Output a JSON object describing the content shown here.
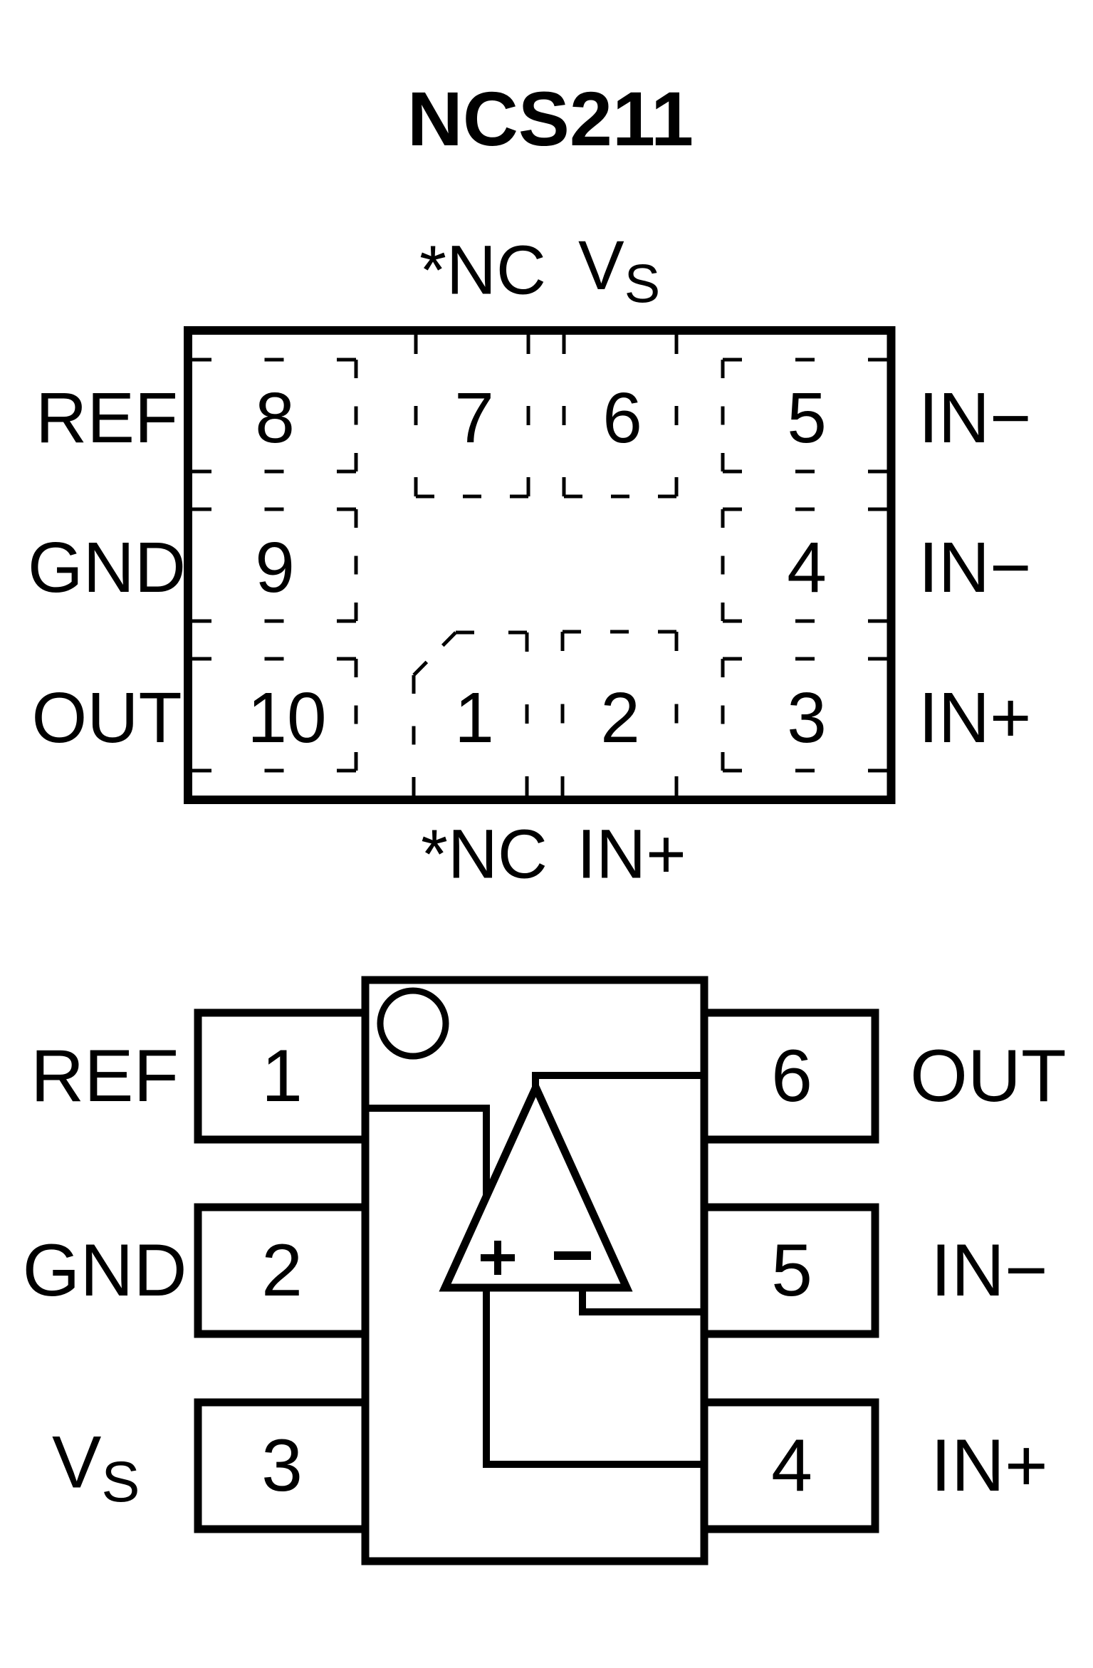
{
  "title": "NCS211",
  "colors": {
    "ink": "#000000",
    "background": "#ffffff"
  },
  "dfn_package": {
    "left_labels": [
      "REF",
      "GND",
      "OUT"
    ],
    "right_labels": [
      "IN−",
      "IN−",
      "IN+"
    ],
    "top_annotations": {
      "nc": "*NC",
      "vs_main": "V",
      "vs_sub": "S"
    },
    "bottom_annotations": {
      "nc": "*NC",
      "in_plus": "IN+"
    },
    "pad_numbers": {
      "left": [
        "8",
        "9",
        "10"
      ],
      "top": [
        "7",
        "6"
      ],
      "right": [
        "5",
        "4",
        "3"
      ],
      "bottom": [
        "1",
        "2"
      ]
    }
  },
  "sot_package": {
    "left_labels": [
      "REF",
      "GND"
    ],
    "vs_label": {
      "main": "V",
      "sub": "S"
    },
    "right_labels": [
      "OUT",
      "IN−",
      "IN+"
    ],
    "left_pin_numbers": [
      "1",
      "2",
      "3"
    ],
    "right_pin_numbers": [
      "6",
      "5",
      "4"
    ],
    "opamp": {
      "plus_sign": "+",
      "minus_sign": "−"
    }
  }
}
